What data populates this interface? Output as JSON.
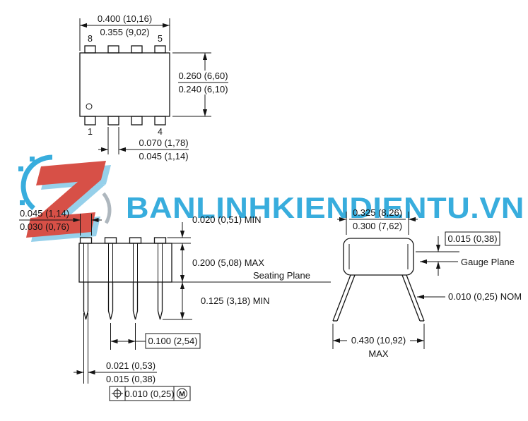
{
  "watermark": {
    "text": "BANLINHKIENDIENTU.VN"
  },
  "colors": {
    "brand_blue": "#2aa7db",
    "brand_blue_soft": "#8fcde9",
    "brand_red": "#d5433a",
    "logo_gray": "#a8b2ba"
  },
  "top_view": {
    "dim_width": "0.400 (10,16)",
    "dim_width_min": "0.355 (9,02)",
    "pin_top_left": "8",
    "pin_top_right": "5",
    "pin_bottom_left": "1",
    "pin_bottom_right": "4",
    "dim_height": "0.260 (6,60)",
    "dim_height_min": "0.240 (6,10)",
    "dim_pin_width": "0.070 (1,78)",
    "dim_pin_width_min": "0.045 (1,14)"
  },
  "side_view": {
    "dim_shoulder_width": "0.045 (1,14)",
    "dim_shoulder_width_min": "0.030 (0,76)",
    "dim_standoff": "0.020 (0,51) MIN",
    "dim_body_height": "0.200 (5,08) MAX",
    "seating_plane": "Seating Plane",
    "dim_lead_length": "0.125 (3,18) MIN",
    "dim_pitch": "0.100 (2,54)",
    "dim_lead_width": "0.021 (0,53)",
    "dim_lead_width_min": "0.015 (0,38)",
    "tolerance_value": "0.010 (0,25)",
    "tolerance_modifier": "M"
  },
  "end_view": {
    "dim_width": "0.325 (8,26)",
    "dim_width_min": "0.300 (7,62)",
    "dim_gauge_offset": "0.015 (0,38)",
    "gauge_plane": "Gauge Plane",
    "dim_lead_thickness": "0.010 (0,25) NOM",
    "dim_span": "0.430 (10,92)",
    "dim_span_qualifier": "MAX"
  }
}
